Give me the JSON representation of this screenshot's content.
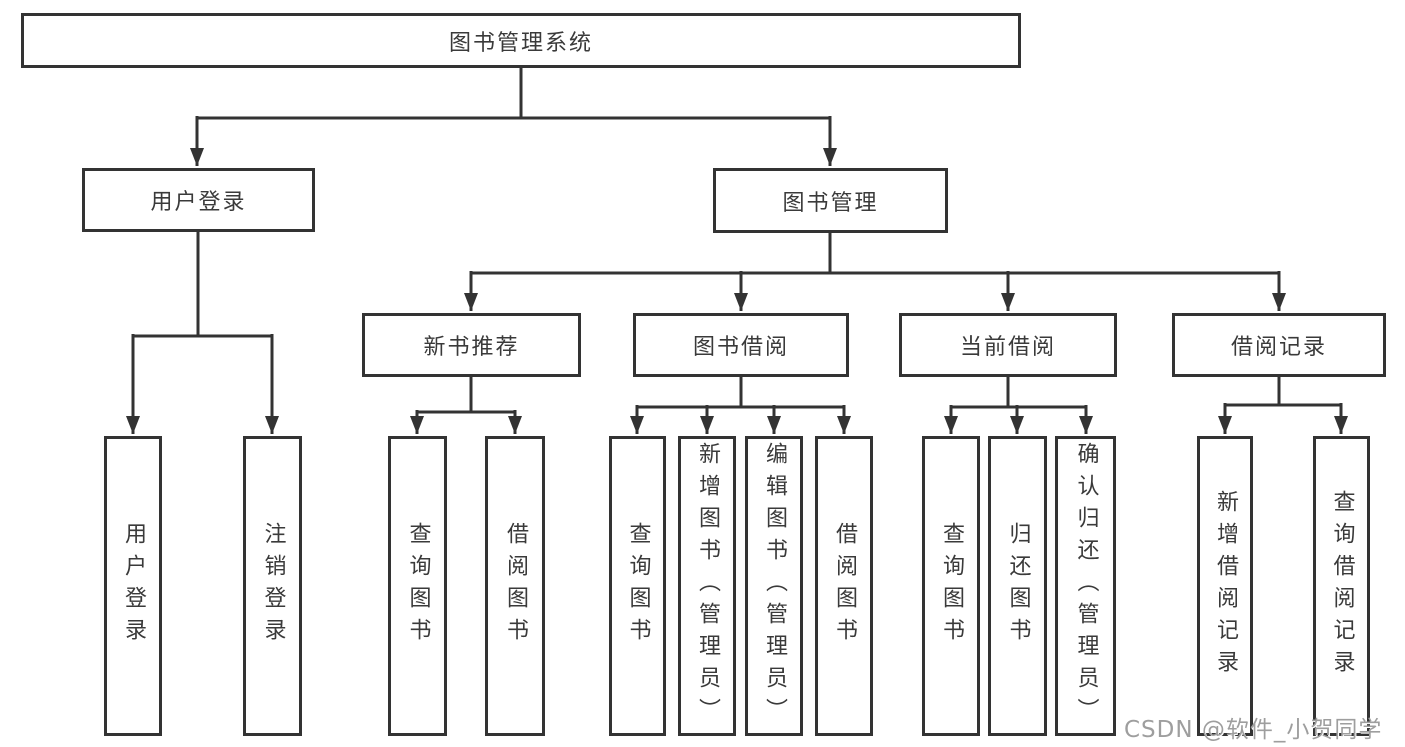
{
  "diagram": {
    "title": "图书管理系统",
    "root": {
      "label": "图书管理系统"
    },
    "level2": [
      {
        "label": "用户登录"
      },
      {
        "label": "图书管理"
      }
    ],
    "level3": [
      {
        "label": "新书推荐",
        "parent": "图书管理"
      },
      {
        "label": "图书借阅",
        "parent": "图书管理"
      },
      {
        "label": "当前借阅",
        "parent": "图书管理"
      },
      {
        "label": "借阅记录",
        "parent": "图书管理"
      }
    ],
    "leaves": [
      {
        "label": "用户登录",
        "parent": "用户登录"
      },
      {
        "label": "注销登录",
        "parent": "用户登录"
      },
      {
        "label": "查询图书",
        "parent": "新书推荐"
      },
      {
        "label": "借阅图书",
        "parent": "新书推荐"
      },
      {
        "label": "查询图书",
        "parent": "图书借阅"
      },
      {
        "label": "新增图书（管理员）",
        "parent": "图书借阅"
      },
      {
        "label": "编辑图书（管理员）",
        "parent": "图书借阅"
      },
      {
        "label": "借阅图书",
        "parent": "图书借阅"
      },
      {
        "label": "查询图书",
        "parent": "当前借阅"
      },
      {
        "label": "归还图书",
        "parent": "当前借阅"
      },
      {
        "label": "确认归还（管理员）",
        "parent": "当前借阅"
      },
      {
        "label": "新增借阅记录",
        "parent": "借阅记录"
      },
      {
        "label": "查询借阅记录",
        "parent": "借阅记录"
      }
    ],
    "line_color": "#333333",
    "watermark": "CSDN @软件_小贺同学"
  }
}
